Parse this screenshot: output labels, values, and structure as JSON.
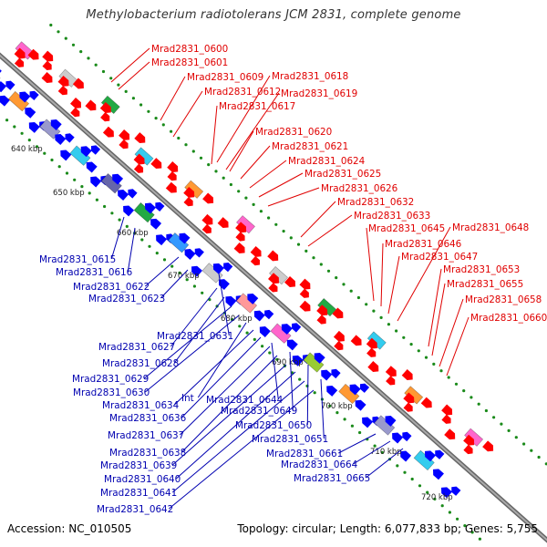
{
  "title": "Methylobacterium radiotolerans JCM 2831, complete genome",
  "accession": "Accession: NC_010505",
  "topology": "Topology: circular; Length: 6,077,833 bp; Genes: 5,755",
  "colors": {
    "forward": "#ff0000",
    "reverse": "#0000ff",
    "top_label": "#e00000",
    "bottom_label": "#0000b0",
    "backbone": "#888888",
    "tick_dots": "#1a8a1a"
  },
  "scale_labels": [
    "640 kbp",
    "650 kbp",
    "660 kbp",
    "670 kbp",
    "680 kbp",
    "690 kbp",
    "700 kbp",
    "710 kbp",
    "720 kbp"
  ],
  "top_genes": [
    "Mrad2831_0600",
    "Mrad2831_0601",
    "Mrad2831_0609",
    "Mrad2831_0612",
    "Mrad2831_0617",
    "Mrad2831_0618",
    "Mrad2831_0619",
    "Mrad2831_0620",
    "Mrad2831_0621",
    "Mrad2831_0624",
    "Mrad2831_0625",
    "Mrad2831_0626",
    "Mrad2831_0632",
    "Mrad2831_0633",
    "Mrad2831_0645",
    "Mrad2831_0646",
    "Mrad2831_0647",
    "Mrad2831_0648",
    "Mrad2831_0653",
    "Mrad2831_0655",
    "Mrad2831_0658",
    "Mrad2831_0660"
  ],
  "bottom_genes": [
    "Mrad2831_0615",
    "Mrad2831_0616",
    "Mrad2831_0622",
    "Mrad2831_0623",
    "Mrad2831_0631",
    "Mrad2831_0627",
    "Mrad2831_0628",
    "Mrad2831_0629",
    "Mrad2831_0630",
    "Int",
    "Mrad2831_0634",
    "Mrad2831_0636",
    "Mrad2831_0637",
    "Mrad2831_0638",
    "Mrad2831_0639",
    "Mrad2831_0640",
    "Mrad2831_0641",
    "Mrad2831_0642",
    "Mrad2831_0644",
    "Mrad2831_0649",
    "Mrad2831_0650",
    "Mrad2831_0651",
    "Mrad2831_0661",
    "Mrad2831_0664",
    "Mrad2831_0665"
  ]
}
